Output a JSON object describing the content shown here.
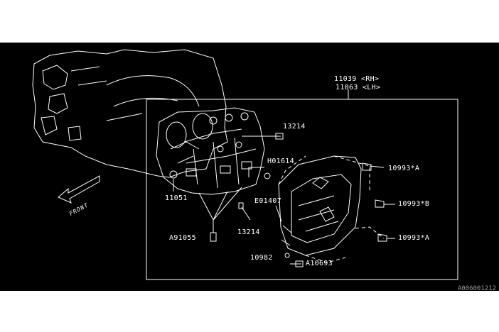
{
  "diagram": {
    "front_label": "FRONT",
    "watermark": "A006001212",
    "parts": [
      {
        "code": "11039",
        "suffix": "<RH>",
        "highlighted": true
      },
      {
        "code": "11063",
        "suffix": "<LH>",
        "highlighted": false
      },
      {
        "code": "13214",
        "suffix": ""
      },
      {
        "code": "H01614",
        "suffix": ""
      },
      {
        "code": "11051",
        "suffix": ""
      },
      {
        "code": "10993",
        "suffix": "*A"
      },
      {
        "code": "E01407",
        "suffix": ""
      },
      {
        "code": "10993",
        "suffix": "*B"
      },
      {
        "code": "A91055",
        "suffix": ""
      },
      {
        "code": "13214",
        "suffix": ""
      },
      {
        "code": "10993",
        "suffix": "*A"
      },
      {
        "code": "10982",
        "suffix": ""
      },
      {
        "code": "A10693",
        "suffix": ""
      }
    ]
  },
  "colors": {
    "background": "#000000",
    "line": "#ffffff",
    "highlight": "#1010ff",
    "page": "#ffffff"
  }
}
